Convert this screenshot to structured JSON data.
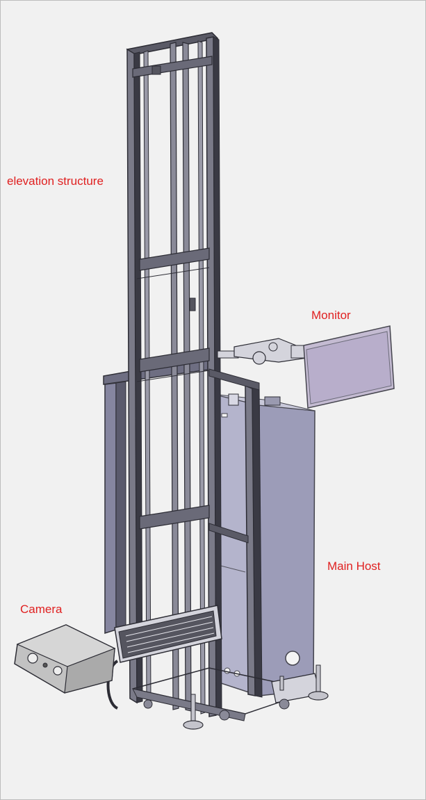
{
  "labels": {
    "elevation": "elevation structure",
    "monitor": "Monitor",
    "main_host": "Main Host",
    "camera": "Camera"
  },
  "colors": {
    "label": "#e02020",
    "frame": "#3a3a42",
    "host_body": "#a8a8c4",
    "host_side": "#9a9ab6",
    "monitor_screen": "#bdb4cc",
    "camera_body": "#bdbdbd"
  }
}
